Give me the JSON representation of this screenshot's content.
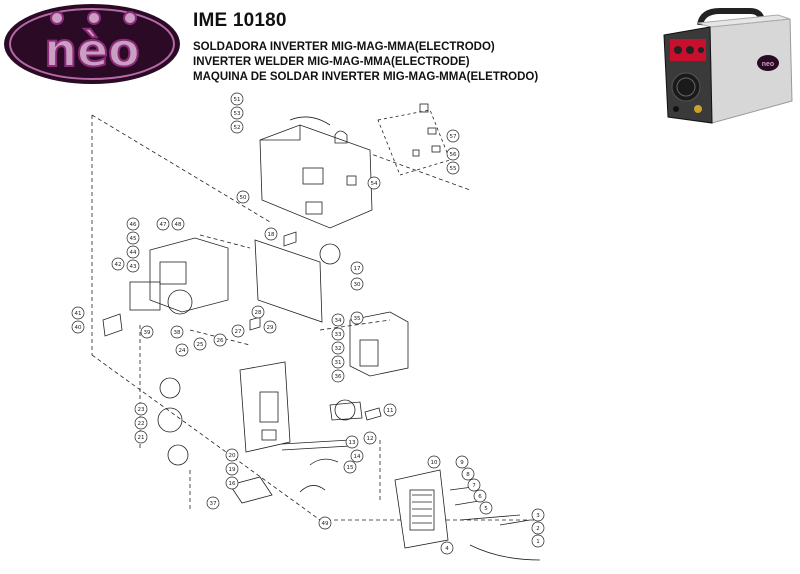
{
  "brand": {
    "logo_text": "nèo",
    "color_primary": "#8e2a7a",
    "color_dark": "#2b0a26"
  },
  "header": {
    "model": "IME 10180",
    "line_es": "SOLDADORA INVERTER MIG-MAG-MMA(ELECTRODO)",
    "line_en": "INVERTER WELDER MIG-MAG-MMA(ELECTRODE)",
    "line_pt": "MAQUINA DE SOLDAR INVERTER MIG-MAG-MMA(ELETRODO)"
  },
  "product_image": {
    "brand_badge": "neo",
    "panel_color": "#c8102e",
    "body_color": "#d7d7d7"
  },
  "part_numbers": [
    "1",
    "2",
    "3",
    "4",
    "5",
    "6",
    "7",
    "8",
    "9",
    "10",
    "11",
    "12",
    "13",
    "14",
    "15",
    "16",
    "17",
    "18",
    "19",
    "20",
    "21",
    "22",
    "23",
    "24",
    "25",
    "26",
    "27",
    "28",
    "29",
    "30",
    "31",
    "32",
    "33",
    "34",
    "35",
    "36",
    "37",
    "38",
    "39",
    "40",
    "41",
    "42",
    "43",
    "44",
    "45",
    "46",
    "47",
    "48",
    "49",
    "50",
    "51",
    "52",
    "53",
    "54",
    "55",
    "56",
    "57"
  ]
}
